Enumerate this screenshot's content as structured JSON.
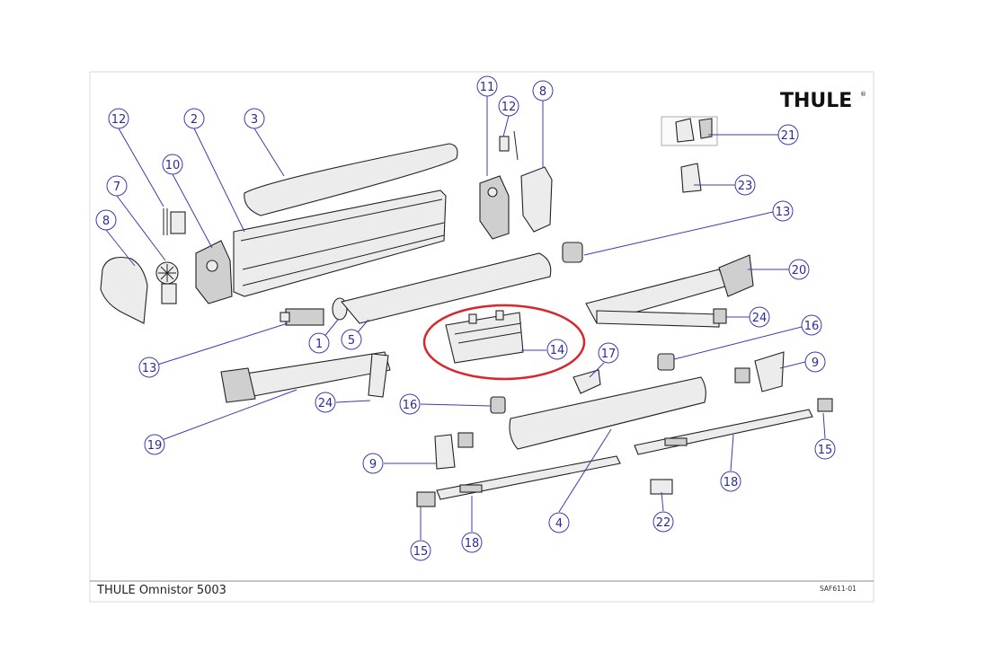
{
  "document": {
    "brand": "THULE",
    "brand_mark": "®",
    "title": "THULE Omnistor 5003",
    "code": "SAF611-01"
  },
  "callouts": [
    {
      "id": "c12a",
      "label": "12"
    },
    {
      "id": "c2",
      "label": "2"
    },
    {
      "id": "c3",
      "label": "3"
    },
    {
      "id": "c10",
      "label": "10"
    },
    {
      "id": "c7",
      "label": "7"
    },
    {
      "id": "c8a",
      "label": "8"
    },
    {
      "id": "c11",
      "label": "11"
    },
    {
      "id": "c12b",
      "label": "12"
    },
    {
      "id": "c8b",
      "label": "8"
    },
    {
      "id": "c21",
      "label": "21"
    },
    {
      "id": "c23",
      "label": "23"
    },
    {
      "id": "c13a",
      "label": "13"
    },
    {
      "id": "c20",
      "label": "20"
    },
    {
      "id": "c24a",
      "label": "24"
    },
    {
      "id": "c16a",
      "label": "16"
    },
    {
      "id": "c9a",
      "label": "9"
    },
    {
      "id": "c13b",
      "label": "13"
    },
    {
      "id": "c1",
      "label": "1"
    },
    {
      "id": "c5",
      "label": "5"
    },
    {
      "id": "c14",
      "label": "14"
    },
    {
      "id": "c17",
      "label": "17"
    },
    {
      "id": "c24b",
      "label": "24"
    },
    {
      "id": "c16b",
      "label": "16"
    },
    {
      "id": "c19",
      "label": "19"
    },
    {
      "id": "c9b",
      "label": "9"
    },
    {
      "id": "c15a",
      "label": "15"
    },
    {
      "id": "c18a",
      "label": "18"
    },
    {
      "id": "c4",
      "label": "4"
    },
    {
      "id": "c22",
      "label": "22"
    },
    {
      "id": "c18b",
      "label": "18"
    },
    {
      "id": "c15b",
      "label": "15"
    }
  ],
  "highlight": {
    "part": "14",
    "color": "#d9262b"
  },
  "colors": {
    "callout": "#3b3bb0",
    "text": "#2a2a9a",
    "frame": "#cccccc"
  }
}
